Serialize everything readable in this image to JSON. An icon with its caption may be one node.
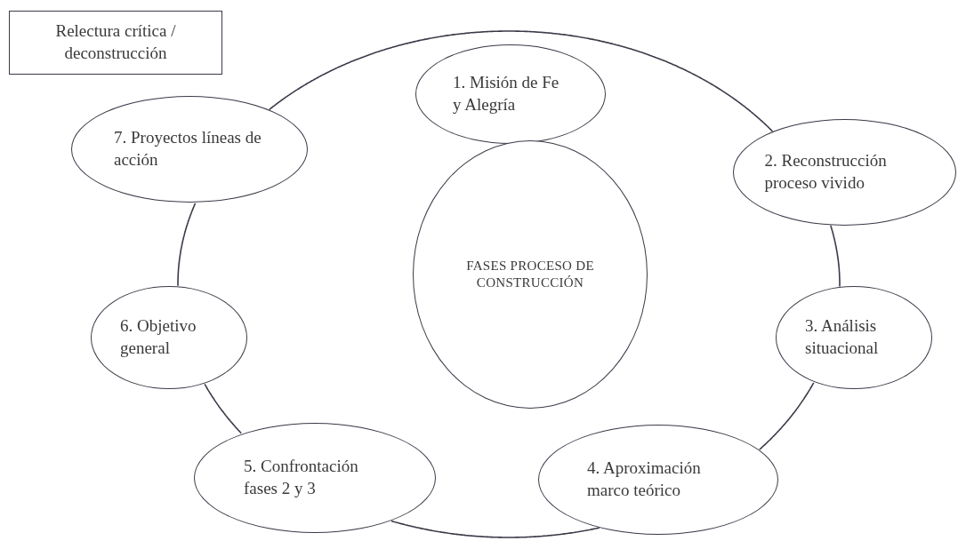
{
  "diagram": {
    "nodes": [
      {
        "text": [
          "Relectura crítica / deconstrucción"
        ]
      },
      {
        "text": [
          "1. Misión de Fe y Alegría"
        ]
      },
      {
        "text": [
          "FASES PROCESO DE CONSTRUCCIÓN"
        ]
      },
      {
        "text": [
          "2. Reconstrucción proceso vivido"
        ]
      },
      {
        "text": [
          "3. Análisis situacional"
        ]
      },
      {
        "text": [
          "4. Aproximación marco teórico"
        ]
      },
      {
        "text": [
          "5. Confrontación fases 2 y 3"
        ]
      },
      {
        "text": [
          "6. Objetivo general"
        ]
      },
      {
        "text": [
          "7. Proyectos líneas de acción"
        ]
      }
    ],
    "edges": [
      {
        "from": 8,
        "to": 3,
        "arrow": "none"
      },
      {
        "from": 3,
        "to": 4,
        "arrow": "none"
      },
      {
        "from": 4,
        "to": 5,
        "arrow": "none"
      },
      {
        "from": 5,
        "to": 6,
        "arrow": "none"
      },
      {
        "from": 6,
        "to": 7,
        "arrow": "none"
      },
      {
        "from": 7,
        "to": 8,
        "arrow": "none"
      }
    ]
  }
}
